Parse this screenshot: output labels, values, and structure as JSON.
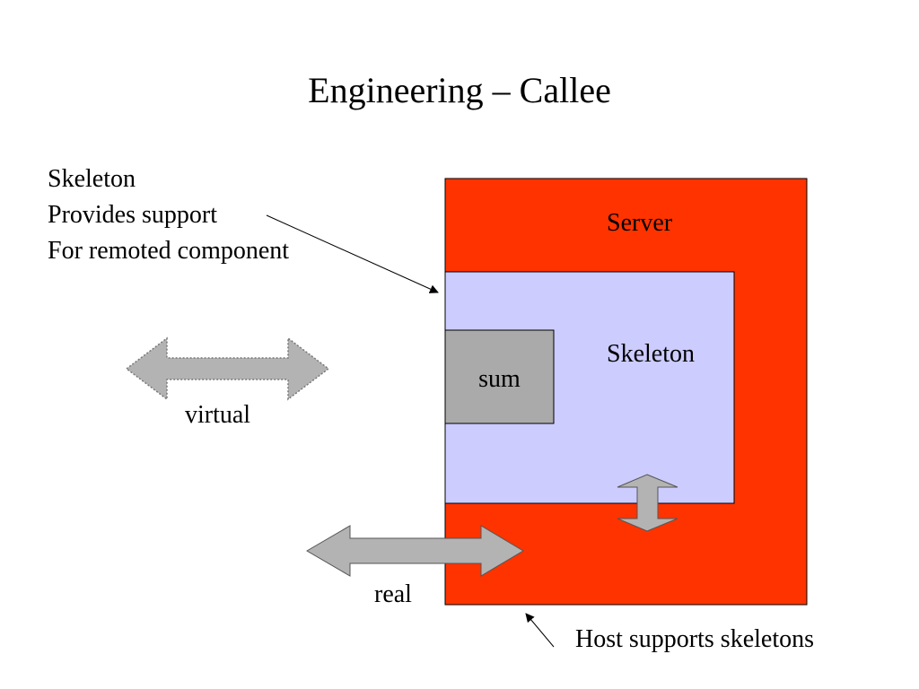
{
  "slide": {
    "title": "Engineering – Callee"
  },
  "skeleton_note": {
    "line1": "Skeleton",
    "line2": "Provides support",
    "line3": "For remoted component"
  },
  "diagram": {
    "server_label": "Server",
    "skeleton_label": "Skeleton",
    "sum_label": "sum",
    "virtual_label": "virtual",
    "real_label": "real",
    "host_label": "Host supports skeletons",
    "colors": {
      "server_fill": "#ff3300",
      "skeleton_fill": "#ccccff",
      "sum_fill": "#aaaaaa",
      "arrow_fill": "#b3b3b3"
    }
  }
}
